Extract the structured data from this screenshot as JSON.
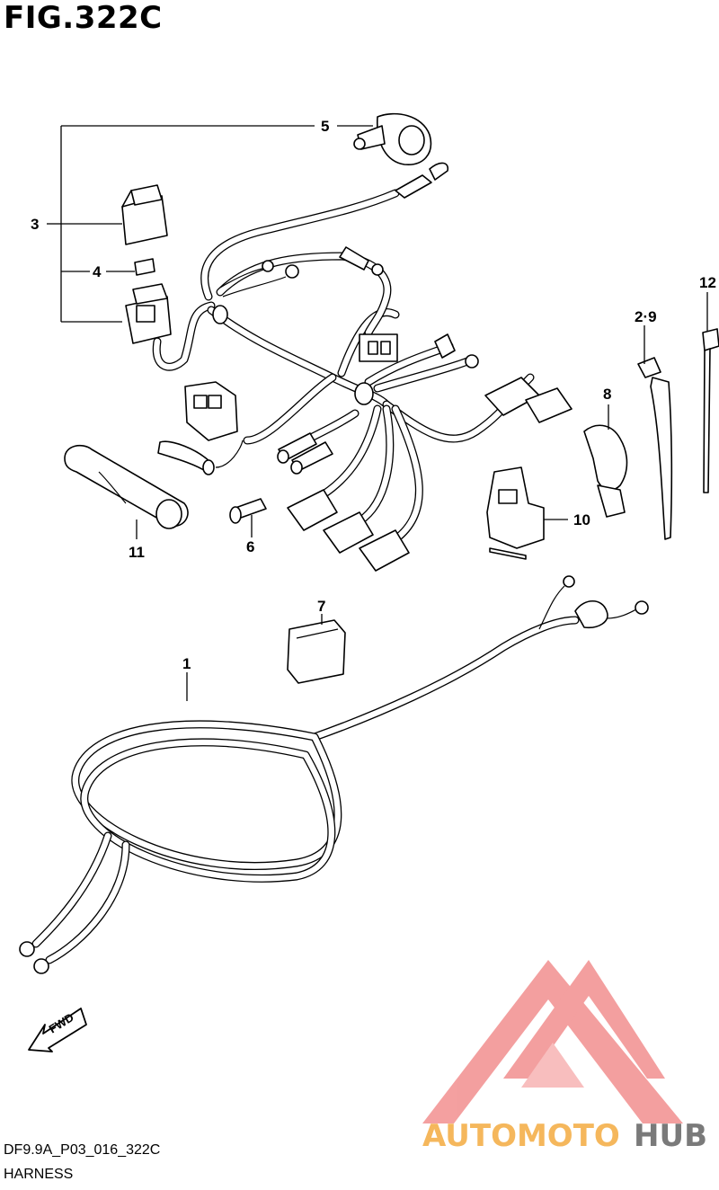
{
  "figure": {
    "title": "FIG.322C",
    "code": "DF9.9A_P03_016_322C",
    "name": "HARNESS"
  },
  "callouts": [
    "1",
    "2·9",
    "3",
    "4",
    "5",
    "6",
    "7",
    "8",
    "10",
    "11",
    "12"
  ],
  "arrow_label": "FWD",
  "watermark": {
    "text_part1": "AUTOMOTO",
    "text_part2": "HUB",
    "color_main": "#f28f8f",
    "color_accent": "#f5b75c",
    "color_dark": "#7a7a7a"
  }
}
